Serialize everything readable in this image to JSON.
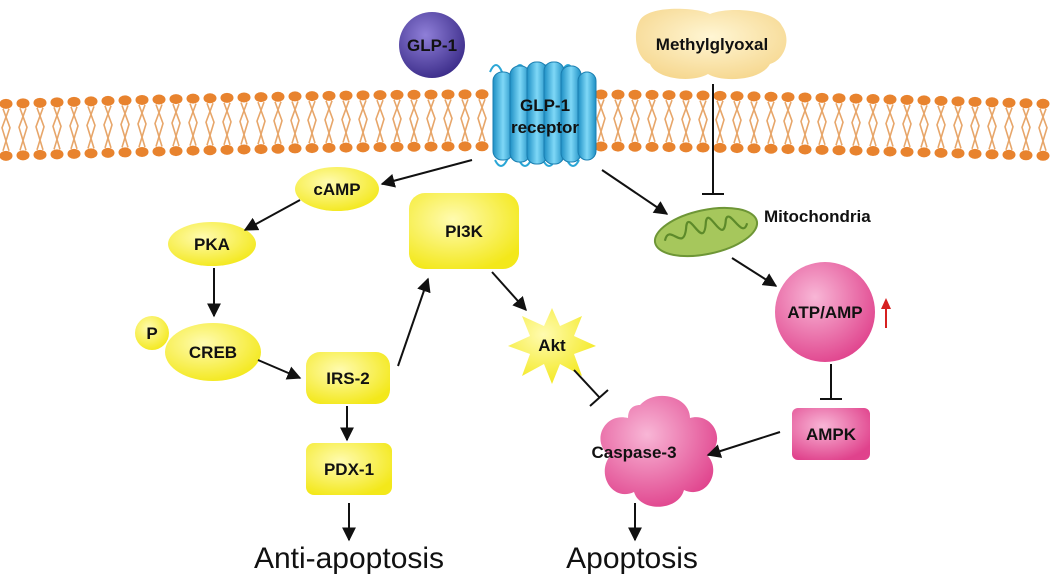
{
  "colors": {
    "membrane_head": "#e8832e",
    "membrane_tail": "#e7a66a",
    "yellow_node": "#f6ee1f",
    "pink_node": "#e2559a",
    "ligand": "#5a4aa8",
    "receptor": "#2cb7e8",
    "mito": "#9dc35a",
    "methylglyoxal": "#f7dd9c",
    "up_arrow": "#d62020"
  },
  "nodes": {
    "glp1": "GLP-1",
    "receptor_line1": "GLP-1",
    "receptor_line2": "receptor",
    "methylglyoxal": "Methylglyoxal",
    "mitochondria": "Mitochondria",
    "camp": "cAMP",
    "pka": "PKA",
    "creb": "CREB",
    "phospho": "P",
    "irs2": "IRS-2",
    "pdx1": "PDX-1",
    "pi3k": "PI3K",
    "akt": "Akt",
    "caspase3": "Caspase-3",
    "atp_amp": "ATP/AMP",
    "ampk": "AMPK"
  },
  "outcomes": {
    "anti_apoptosis": "Anti-apoptosis",
    "apoptosis": "Apoptosis"
  },
  "icons": {
    "up": "up-arrow-icon"
  }
}
